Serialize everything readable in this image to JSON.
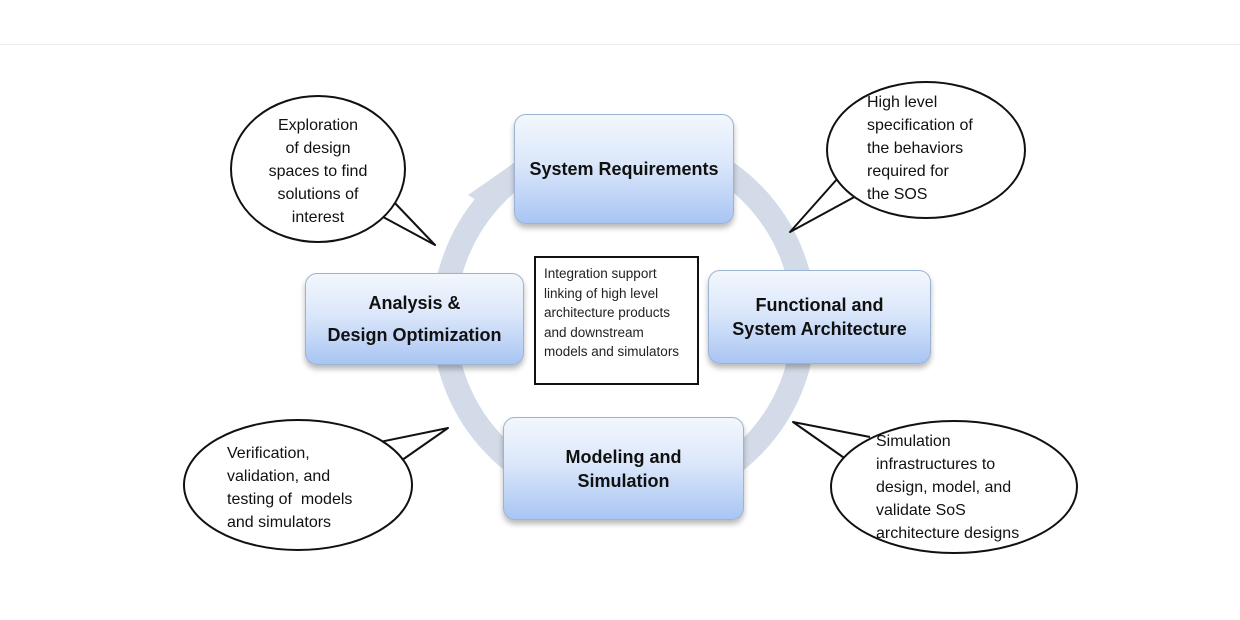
{
  "boxes": {
    "system_requirements": [
      "System Requirements"
    ],
    "functional_architecture": [
      "Functional and",
      "System Architecture"
    ],
    "modeling_simulation": [
      "Modeling and",
      "Simulation"
    ],
    "analysis_optimization": [
      "Analysis &",
      "Design Optimization"
    ]
  },
  "center_note": "Integration support linking of high level architecture products and downstream models and simulators",
  "bubbles": {
    "top_left": [
      "Exploration",
      "of design",
      "spaces to find",
      "solutions of",
      "interest"
    ],
    "top_right": [
      "High level",
      "specification of",
      "the behaviors",
      "required for",
      "the SOS"
    ],
    "bottom_left": [
      "Verification,",
      "validation, and",
      "testing of  models",
      "and simulators"
    ],
    "bottom_right": [
      "Simulation",
      "infrastructures to",
      "design, model, and",
      "validate SoS",
      "architecture designs"
    ]
  },
  "colors": {
    "cycle_ring": "#d3dbe8",
    "box_border": "#9bb3d4",
    "box_top": "#f3f7fd",
    "box_bottom": "#a9c5f3"
  }
}
